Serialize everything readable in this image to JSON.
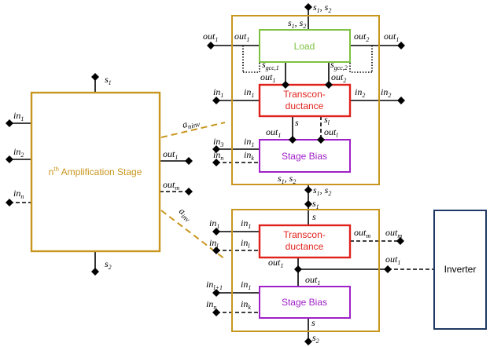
{
  "blocks": {
    "main_stage": {
      "label": "Amplification Stage",
      "prefix": "n",
      "sup": "th",
      "color": "#c8961e"
    },
    "top_stage": {
      "color": "#c8961e"
    },
    "bottom_stage": {
      "color": "#c8961e"
    },
    "load": {
      "label": "Load",
      "color": "#7dc242"
    },
    "top_transconductance": {
      "line1": "Transcon-",
      "line2": "ductance",
      "color": "#e0211b"
    },
    "top_stage_bias": {
      "label": "Stage Bias",
      "color": "#a020c8"
    },
    "bottom_transconductance": {
      "line1": "Transcon-",
      "line2": "ductance",
      "color": "#e0211b"
    },
    "bottom_stage_bias": {
      "label": "Stage Bias",
      "color": "#a020c8"
    },
    "inverter": {
      "label": "Inverter",
      "color": "#1f3864"
    }
  },
  "connectors": {
    "a_ninv": {
      "base": "a",
      "sub": "ninv"
    },
    "a_inv": {
      "base": "a",
      "sub": "inv"
    }
  },
  "labels": {
    "main_s1": {
      "b": "s",
      "s": "1"
    },
    "main_s2": {
      "b": "s",
      "s": "2"
    },
    "main_in1": {
      "b": "in",
      "s": "1"
    },
    "main_in2": {
      "b": "in",
      "s": "2"
    },
    "main_inn": {
      "b": "in",
      "s": "n"
    },
    "main_out1": {
      "b": "out",
      "s": "1"
    },
    "main_outm": {
      "b": "out",
      "s": "m"
    },
    "t_top_s1": {
      "b": "s",
      "s": "1"
    },
    "t_top_s2": {
      "b": "s",
      "s": "2"
    },
    "t_in_s1": {
      "b": "s",
      "s": "1"
    },
    "t_in_s2": {
      "b": "s",
      "s": "2"
    },
    "t_out1_ext": {
      "b": "out",
      "s": "1"
    },
    "t_out1_int": {
      "b": "out",
      "s": "1"
    },
    "t_out2_int": {
      "b": "out",
      "s": "2"
    },
    "t_out2_ext": {
      "b": "out",
      "s": "1"
    },
    "t_sgcc1": {
      "b": "s",
      "s": "gcc,1"
    },
    "t_sgcc2": {
      "b": "s",
      "s": "gcc,2"
    },
    "t_load_out1": {
      "b": "out",
      "s": "1"
    },
    "t_load_out2": {
      "b": "out",
      "s": "2"
    },
    "t_in1_ext": {
      "b": "in",
      "s": "1"
    },
    "t_in1_int": {
      "b": "in",
      "s": "1"
    },
    "t_in2_int": {
      "b": "in",
      "s": "2"
    },
    "t_in2_ext": {
      "b": "in",
      "s": "2"
    },
    "t_s": {
      "b": "s",
      "s": ""
    },
    "t_sl": {
      "b": "s",
      "s": "l"
    },
    "t_sb_out1": {
      "b": "out",
      "s": "1"
    },
    "t_sb_outl": {
      "b": "out",
      "s": "l"
    },
    "t_in3_ext": {
      "b": "in",
      "s": "3"
    },
    "t_in1_sb": {
      "b": "in",
      "s": "1"
    },
    "t_inn_ext": {
      "b": "in",
      "s": "n"
    },
    "t_ink_sb": {
      "b": "in",
      "s": "k"
    },
    "t_bot_s1": {
      "b": "s",
      "s": "1"
    },
    "t_bot_s2": {
      "b": "s",
      "s": "2"
    },
    "t_ext_s1": {
      "b": "s",
      "s": "1"
    },
    "t_ext_s2": {
      "b": "s",
      "s": "2"
    },
    "b_s1": {
      "b": "s",
      "s": "1"
    },
    "b_s": {
      "b": "s",
      "s": ""
    },
    "b_in1_ext": {
      "b": "in",
      "s": "1"
    },
    "b_in1_int": {
      "b": "in",
      "s": "1"
    },
    "b_inl_ext": {
      "b": "in",
      "s": "l"
    },
    "b_inl_int": {
      "b": "in",
      "s": "l"
    },
    "b_outm_int": {
      "b": "out",
      "s": "m"
    },
    "b_outm_ext": {
      "b": "out",
      "s": "m"
    },
    "b_out1_right": {
      "b": "out",
      "s": "1"
    },
    "b_tc_out1": {
      "b": "out",
      "s": "1"
    },
    "b_sb_out1": {
      "b": "out",
      "s": "1"
    },
    "b_inl1_ext": {
      "b": "in",
      "s": "l+1"
    },
    "b_in1_sb": {
      "b": "in",
      "s": "1"
    },
    "b_inn_ext": {
      "b": "in",
      "s": "n"
    },
    "b_ink_sb": {
      "b": "in",
      "s": "k"
    },
    "b_s_bottom": {
      "b": "s",
      "s": ""
    },
    "b_s2": {
      "b": "s",
      "s": "2"
    }
  }
}
